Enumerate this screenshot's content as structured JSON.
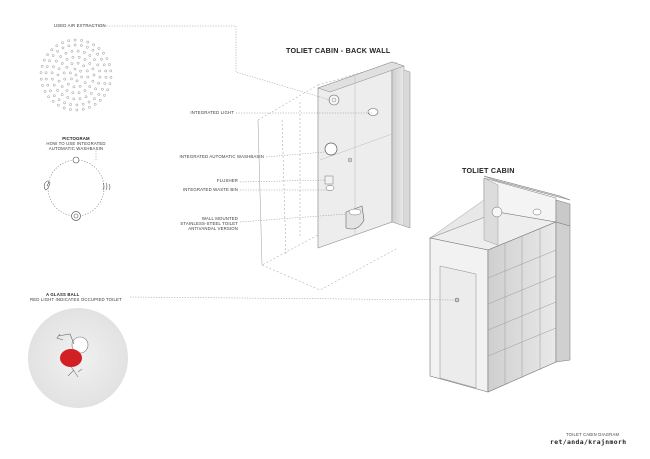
{
  "labels": {
    "air": "USED AIR EXTRACTION",
    "pictogram_title": "PICTOGRAM",
    "pictogram_line1": "HOW TO USE INTEGRATED",
    "pictogram_line2": "AUTOMATIC WASHBASIN",
    "light": "INTEGRATED LIGHT",
    "washbasin": "INTEGRATED AUTOMATIC WASHBASIN",
    "flusher": "FLUSHER",
    "waste": "INTEGRATED WASTE BIN",
    "toilet_line1": "WALL MOUNTED",
    "toilet_line2": "STAINLESS-STEEL TOILET",
    "toilet_line3": "ANTIVANDAL VERSION",
    "ball_title": "A GLASS BALL",
    "ball_text": "RED LIGHT INDICATES OCCUPIED TOILET"
  },
  "titles": {
    "back_wall": "TOLIET CABIN - BACK WALL",
    "cabin": "TOLIET CABIN"
  },
  "footer": {
    "caption": "TOILET CABIN DIAGRAM",
    "logo": "ret/anda/krajnmorh"
  },
  "colors": {
    "indicator_red": "#d11f24",
    "leader_line": "#8a8a8a",
    "panel": "#e6e6e6"
  }
}
